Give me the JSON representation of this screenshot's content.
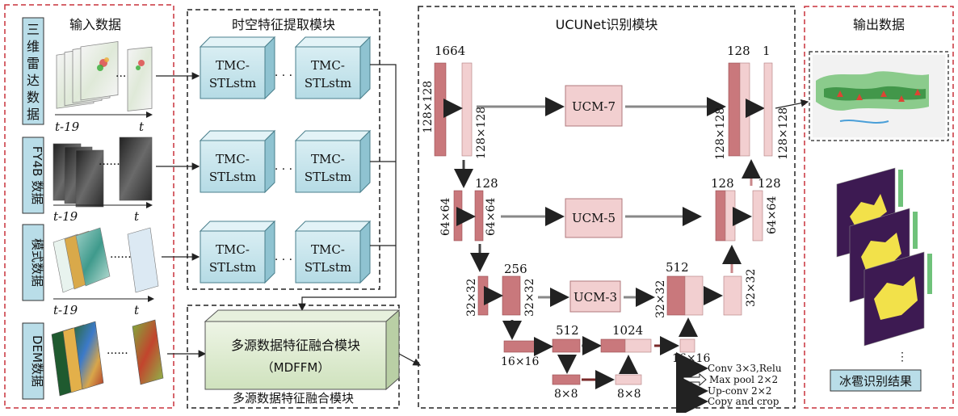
{
  "input_panel": {
    "title": "输入数据",
    "radar": {
      "label_chars": [
        "三",
        "维",
        "雷",
        "达",
        "数",
        "据"
      ],
      "t_start": "t-19",
      "t_end": "t"
    },
    "fy4b": {
      "label": "FY4B 数据",
      "t_start": "t-19",
      "t_end": "t"
    },
    "model": {
      "label": "模式数据",
      "t_start": "t-19",
      "t_end": "t"
    },
    "dem": {
      "label": "DEM数据"
    },
    "dots": "······"
  },
  "spatiotemporal": {
    "title": "时空特征提取模块",
    "cell_line1": "TMC-",
    "cell_line2": "STLstm",
    "ellipsis": "· · ·"
  },
  "fusion": {
    "box_line1": "多源数据特征融合模块",
    "box_line2": "（MDFFM）",
    "caption": "多源数据特征融合模块"
  },
  "unet": {
    "title": "UCUNet识别模块",
    "channels": {
      "c1_64": "1664",
      "c1_128": "128",
      "c2_256": "256",
      "c2b_128": "128",
      "c3_256": "256",
      "c3b_512": "512",
      "c4_512": "512",
      "c4b_1024": "1024",
      "out_128": "128",
      "out_1": "1"
    },
    "sizes": {
      "s128": "128×128",
      "s64": "64×64",
      "s32": "32×32",
      "s16": "16×16",
      "s8": "8×8"
    },
    "ucm": [
      "UCM-7",
      "UCM-5",
      "UCM-3"
    ]
  },
  "legend": {
    "items": [
      {
        "label": "Conv 3×3,Relu",
        "color": "#7a2a2a"
      },
      {
        "label": "Max pool 2×2",
        "color": "#ffffff"
      },
      {
        "label": "Up-conv 2×2",
        "color": "#c9878a"
      },
      {
        "label": "Copy and crop",
        "color": "#9a9a9a"
      }
    ]
  },
  "output_panel": {
    "title": "输出数据",
    "result": "冰雹识别结果",
    "dots": "⋮"
  },
  "colors": {
    "dashed_red": "#c8323c",
    "dashed_black": "#222222",
    "label_box": "#b9dde8",
    "cube_front": "#c8e6ee",
    "fusion_box": "#d6e8c8",
    "bar_dark": "#c9787c",
    "bar_light": "#f2cfd0",
    "ucm_box": "#f2cfd0"
  }
}
